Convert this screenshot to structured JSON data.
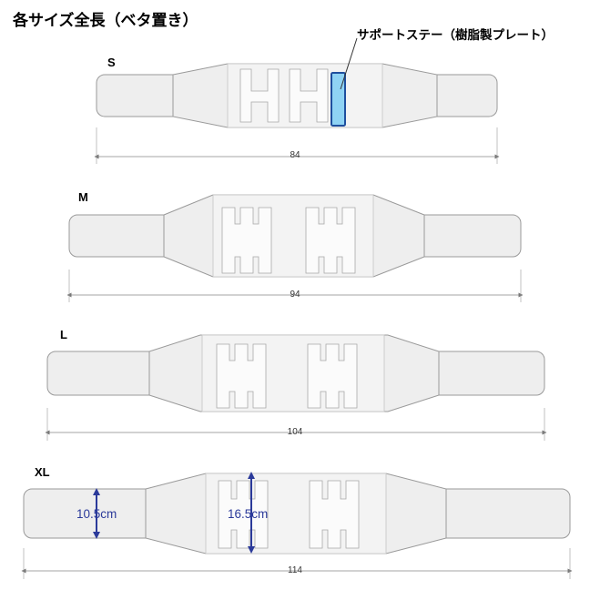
{
  "title": "各サイズ全長（ベタ置き）",
  "callout": "サポートステー（樹脂製プレート）",
  "belts": [
    {
      "size": "S",
      "length": "84"
    },
    {
      "size": "M",
      "length": "94"
    },
    {
      "size": "L",
      "length": "104"
    },
    {
      "size": "XL",
      "length": "114"
    }
  ],
  "annotations": {
    "end_height": "10.5cm",
    "center_height": "16.5cm"
  },
  "colors": {
    "belt_fill": "#eeeeee",
    "outline": "#9a9a9a",
    "stay_fill": "#8fd3f4",
    "stay_border": "#1f4f9e",
    "dim_arrow": "#2b3a9a"
  }
}
